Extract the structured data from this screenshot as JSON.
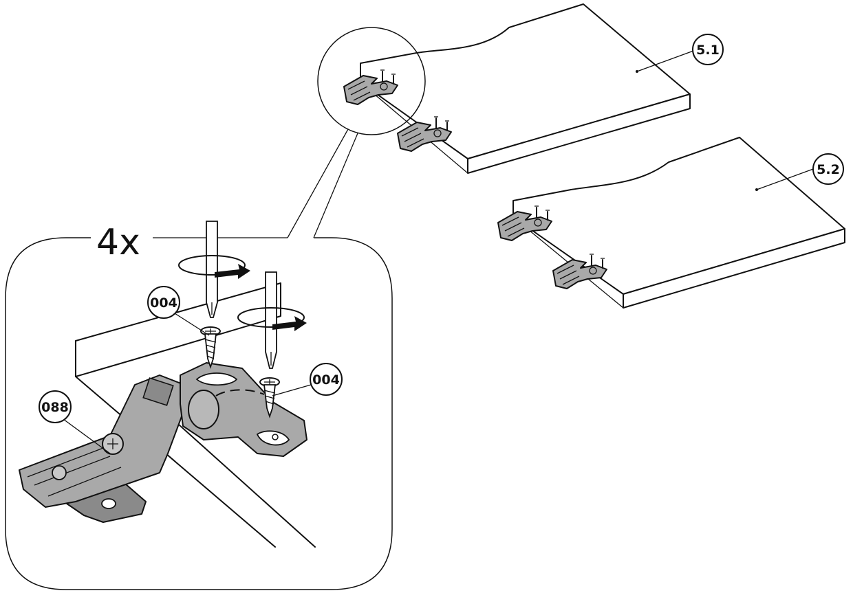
{
  "detail": {
    "multiplier": "4x",
    "callouts": {
      "screw_left": "004",
      "screw_right": "004",
      "hinge": "088"
    }
  },
  "panels": [
    {
      "label": "5.1"
    },
    {
      "label": "5.2"
    }
  ],
  "icons": {
    "rotate_arrow": "rotate-clockwise-icon",
    "screwdriver": "screwdriver-icon",
    "screw": "screw-icon",
    "hinge": "hinge-icon"
  }
}
